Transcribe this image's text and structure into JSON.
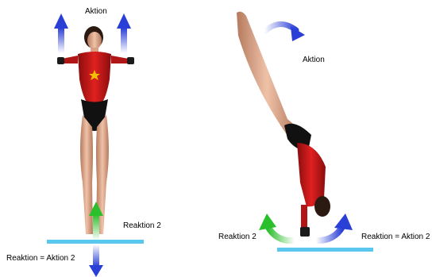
{
  "labels": {
    "left_top": "Aktion",
    "left_right": "Reaktion 2",
    "left_bottom": "Reaktion = Aktion 2",
    "right_top": "Aktion",
    "right_left": "Reaktion 2",
    "right_right": "Reaktion = Aktion 2"
  },
  "colors": {
    "action_arrow": "#2a3fd6",
    "reaction_arrow": "#2bbf2b",
    "floor": "#59c7ee",
    "leotard": "#cc1a1a",
    "skin": "#e7b39a"
  }
}
